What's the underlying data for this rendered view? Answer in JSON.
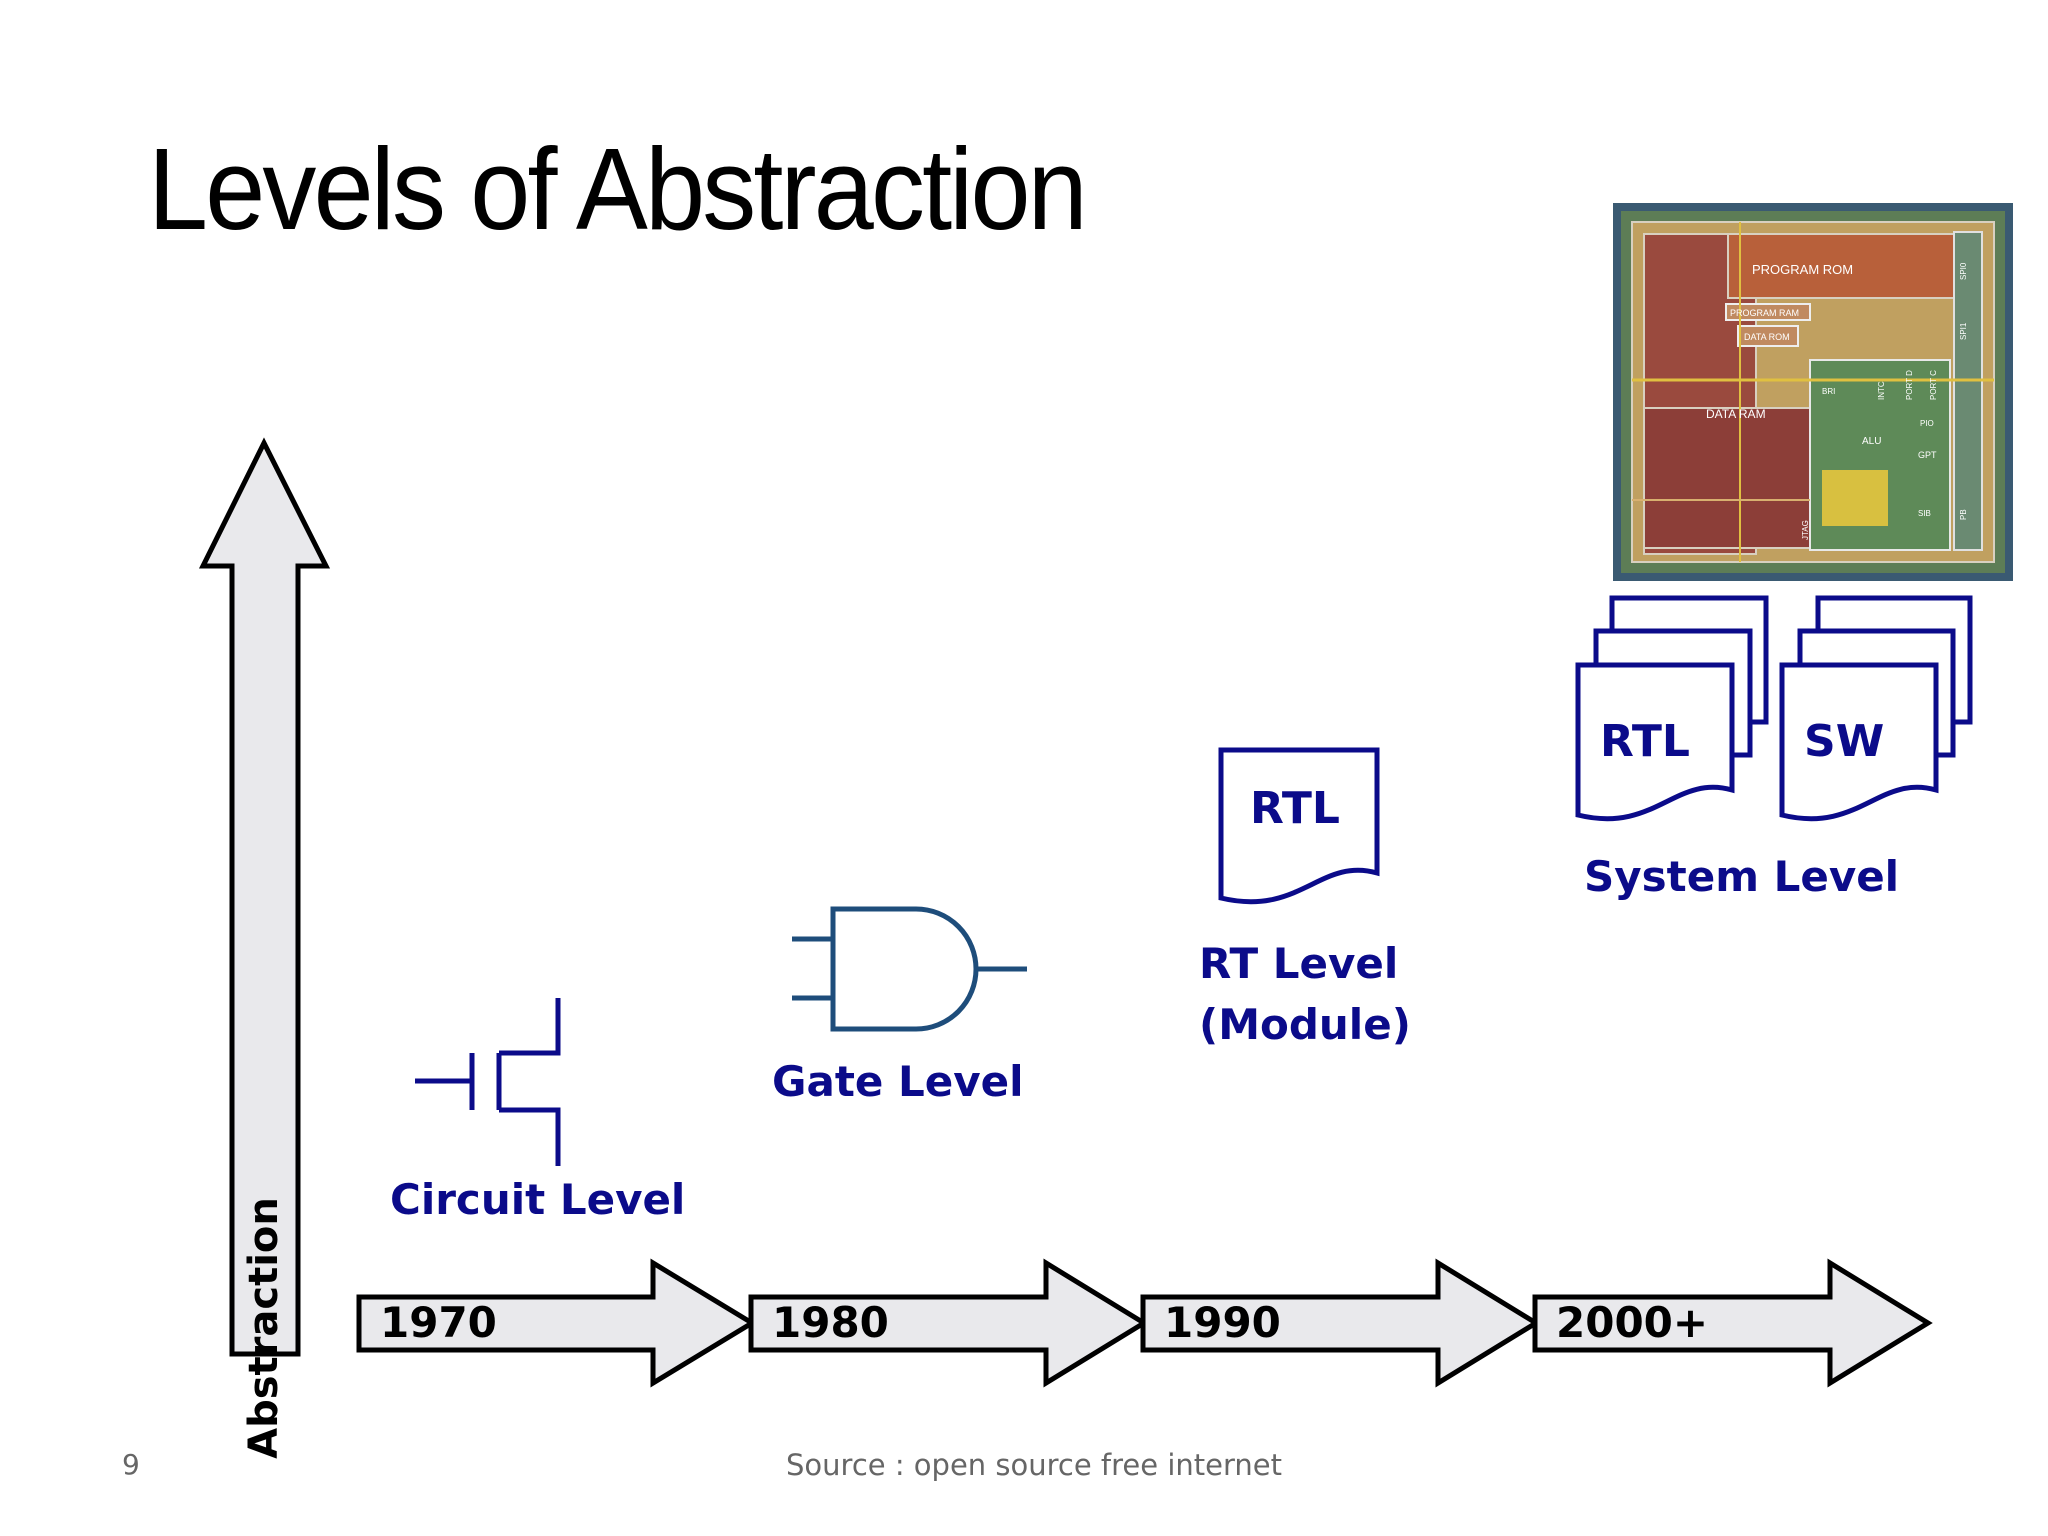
{
  "slide": {
    "title": "Levels of Abstraction",
    "axis_label": "Abstraction",
    "page_number": "9",
    "source": "Source : open source free internet"
  },
  "timeline": {
    "years": [
      "1970",
      "1980",
      "1990",
      "2000+"
    ]
  },
  "levels": {
    "circuit": "Circuit Level",
    "gate": "Gate Level",
    "rt_line1": "RT Level",
    "rt_line2": "(Module)",
    "system": "System Level"
  },
  "documents": {
    "rt_doc": "RTL",
    "system_rtl_doc": "RTL",
    "system_sw_doc": "SW"
  },
  "chip_die": {
    "blocks": [
      "PROGRAM ROM",
      "PROGRAM RAM",
      "DATA ROM",
      "DATA RAM",
      "ALU",
      "GPT",
      "SPI0",
      "SPI1",
      "JTAG",
      "PIO",
      "PORT C",
      "PORT D",
      "INTC",
      "BRI",
      "SIB",
      "PB"
    ]
  },
  "colors": {
    "label_blue": "#0b0b8a",
    "symbol_blue": "#1e4d7b",
    "arrow_fill": "#e9e9ec",
    "page_text": "#666666"
  }
}
